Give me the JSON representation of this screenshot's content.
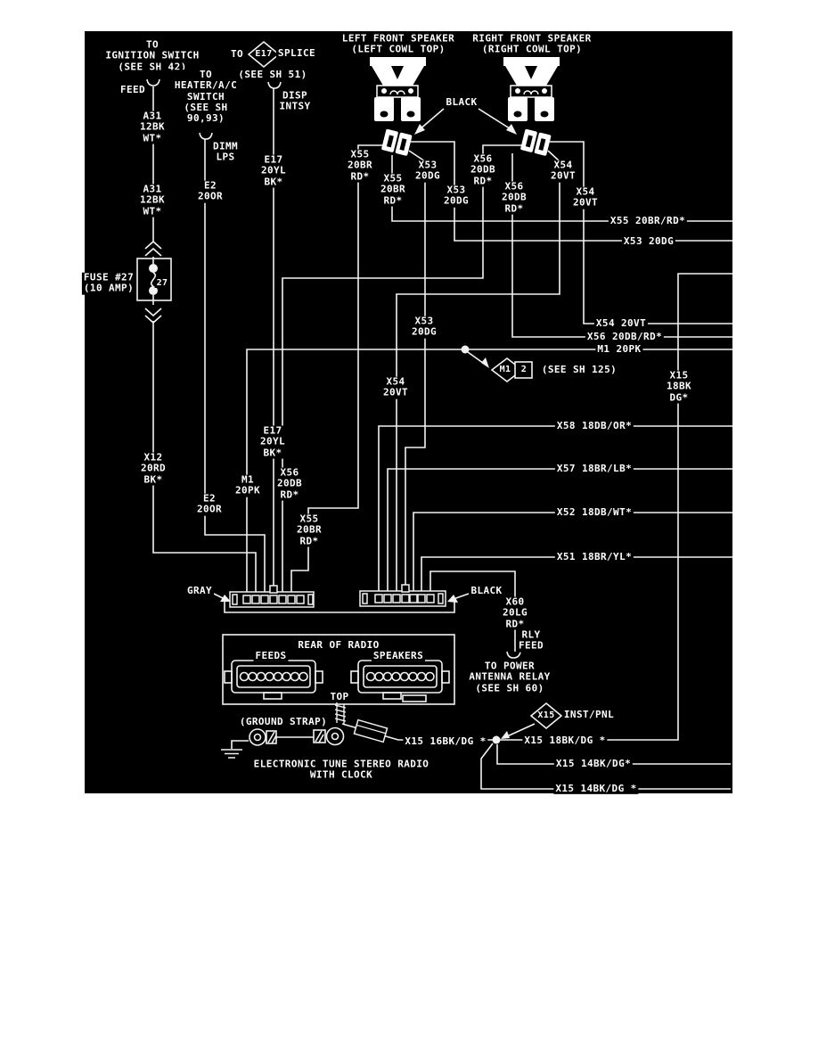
{
  "colors": {
    "page_background": "#ffffff",
    "diagram_background": "#000000",
    "line_color": "#ffffff",
    "text_color": "#ffffff"
  },
  "speakers": {
    "left_title": "LEFT FRONT SPEAKER\n(LEFT COWL TOP)",
    "right_title": "RIGHT FRONT SPEAKER\n(RIGHT COWL TOP)",
    "connector_color": "BLACK"
  },
  "ignition": {
    "dest": "TO\nIGNITION SWITCH\n(SEE SH 42)",
    "feed": "FEED",
    "a31_upper": "A31\n12BK\nWT*",
    "a31_lower": "A31\n12BK\nWT*",
    "fuse": "FUSE #27\n(10 AMP)",
    "fuse_num": "27",
    "x12": "X12\n20RD\nBK*"
  },
  "heater": {
    "dest": "TO\nHEATER/A/C\nSWITCH\n(SEE SH\n90,93)",
    "dimm": "DIMM\nLPS",
    "e2_upper": "E2\n20OR",
    "e2_lower": "E2\n20OR"
  },
  "e17": {
    "to": "TO",
    "splice_id": "E17",
    "splice": "SPLICE",
    "see": "(SEE SH 51)",
    "disp": "DISP\nINTSY",
    "upper": "E17\n20YL\nBK*",
    "lower": "E17\n20YL\nBK*"
  },
  "wires": {
    "x55_a": "X55\n20BR\nRD*",
    "x55_b": "X55\n20BR\nRD*",
    "x55_gray": "X55\n20BR\nRD*",
    "x53_a": "X53\n20DG",
    "x53_b": "X53\n20DG",
    "x53_mid": "X53\n20DG",
    "x56_a": "X56\n20DB\nRD*",
    "x56_b": "X56\n20DB\nRD*",
    "x56_gray": "X56\n20DB\nRD*",
    "x54_a": "X54\n20VT",
    "x54_b": "X54\n20VT",
    "x54_mid": "X54\n20VT",
    "m1": "M1\n20PK"
  },
  "right_bus": {
    "x55": "X55 20BR/RD*",
    "x53": "X53 20DG",
    "x54": "X54 20VT",
    "x56": "X56 20DB/RD*",
    "m1": "M1 20PK",
    "see_125": "(SEE SH 125)",
    "m1_splice": "M1",
    "m1_cavity": "2",
    "x58": "X58 18DB/OR*",
    "x57": "X57 18BR/LB*",
    "x52": "X52 18DB/WT*",
    "x51": "X51 18BR/YL*",
    "x15": "X15\n18BK\nDG*"
  },
  "radio": {
    "gray": "GRAY",
    "black": "BLACK",
    "rear": "REAR OF RADIO",
    "feeds": "FEEDS",
    "speakers": "SPEAKERS",
    "top": "TOP",
    "caption": "ELECTRONIC TUNE STEREO RADIO\nWITH CLOCK"
  },
  "antenna": {
    "x60": "X60\n20LG\nRD*",
    "rly": "RLY\nFEED",
    "dest": "TO POWER\nANTENNA RELAY\n(SEE SH 60)"
  },
  "ground": {
    "strap": "(GROUND STRAP)",
    "x16": "X15 16BK/DG *",
    "x18": "X15 18BK/DG *",
    "x15_splice": "X15",
    "inst": "INST/PNL",
    "x14_a": "X15 14BK/DG*",
    "x14_b": "X15 14BK/DG *"
  }
}
